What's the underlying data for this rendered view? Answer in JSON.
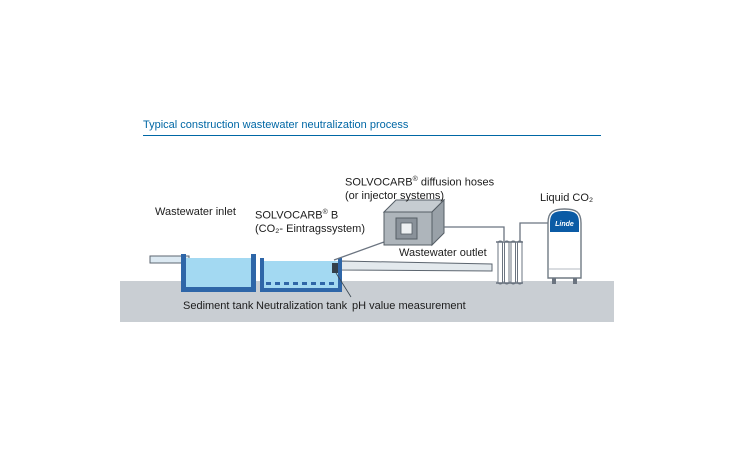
{
  "title": "Typical construction wastewater neutralization process",
  "labels": {
    "wastewater_inlet": "Wastewater inlet",
    "solvocarb_brand": "SOLVOCARB",
    "registered_mark": "®",
    "solvocarb_b_suffix": "B",
    "eintragssystem": "(CO₂- Eintragssystem)",
    "diffusion_suffix": "diffusion hoses",
    "injector_systems": "(or injector systems)",
    "liquid_co2": "Liquid CO₂",
    "wastewater_outlet": "Wastewater outlet",
    "sediment_tank": "Sediment tank",
    "neutralization_tank": "Neutralization tank",
    "ph_measurement": "pH value measurement",
    "logo_text": "Linde"
  },
  "colors": {
    "accent_blue": "#0067A5",
    "tank_wall_blue": "#2E66A8",
    "water_blue": "#A3D9F2",
    "ground_gray": "#C9CED3",
    "box_gray": "#AEB5BB",
    "logo_blue": "#0B5BA5"
  }
}
